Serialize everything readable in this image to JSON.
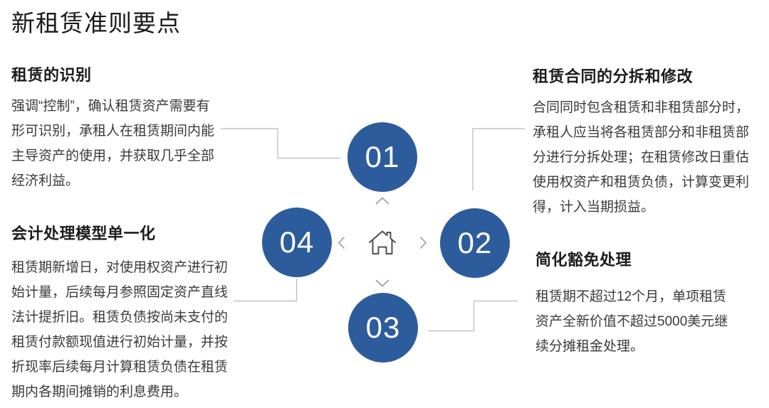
{
  "title": "新租赁准则要点",
  "colors": {
    "accent_blue": "#2d5c9d",
    "connector_gray": "#b8b8b8",
    "home_icon_gray": "#4f4f4f",
    "chevron_gray": "#9a9a9a",
    "heading_text": "#1c1c1c",
    "body_text": "#3a3a3a"
  },
  "hub": {
    "center_icon": "home-icon",
    "chevrons": [
      "chevron-up-icon",
      "chevron-right-icon",
      "chevron-down-icon",
      "chevron-left-icon"
    ]
  },
  "sections": [
    {
      "number": "01",
      "heading": "租赁的识别",
      "body": "强调“控制”，确认租赁资产需要有形可识别，承租人在租赁期间内能主导资产的使用，并获取几乎全部经济利益。"
    },
    {
      "number": "02",
      "heading": "租赁合同的分拆和修改",
      "body": "合同同时包含租赁和非租赁部分时，承租人应当将各租赁部分和非租赁部分进行分拆处理；在租赁修改日重估使用权资产和租赁负债，计算变更利得，计入当期损益。"
    },
    {
      "number": "03",
      "heading": "简化豁免处理",
      "body": "租赁期不超过12个月，单项租赁资产全新价值不超过5000美元继续分摊租金处理。"
    },
    {
      "number": "04",
      "heading": "会计处理模型单一化",
      "body": "租赁期新增日，对使用权资产进行初始计量，后续每月参照固定资产直线法计提折旧。租赁负债按尚未支付的租赁付款额现值进行初始计量，并按折现率后续每月计算租赁负债在租赁期内各期间摊销的利息费用。"
    }
  ]
}
